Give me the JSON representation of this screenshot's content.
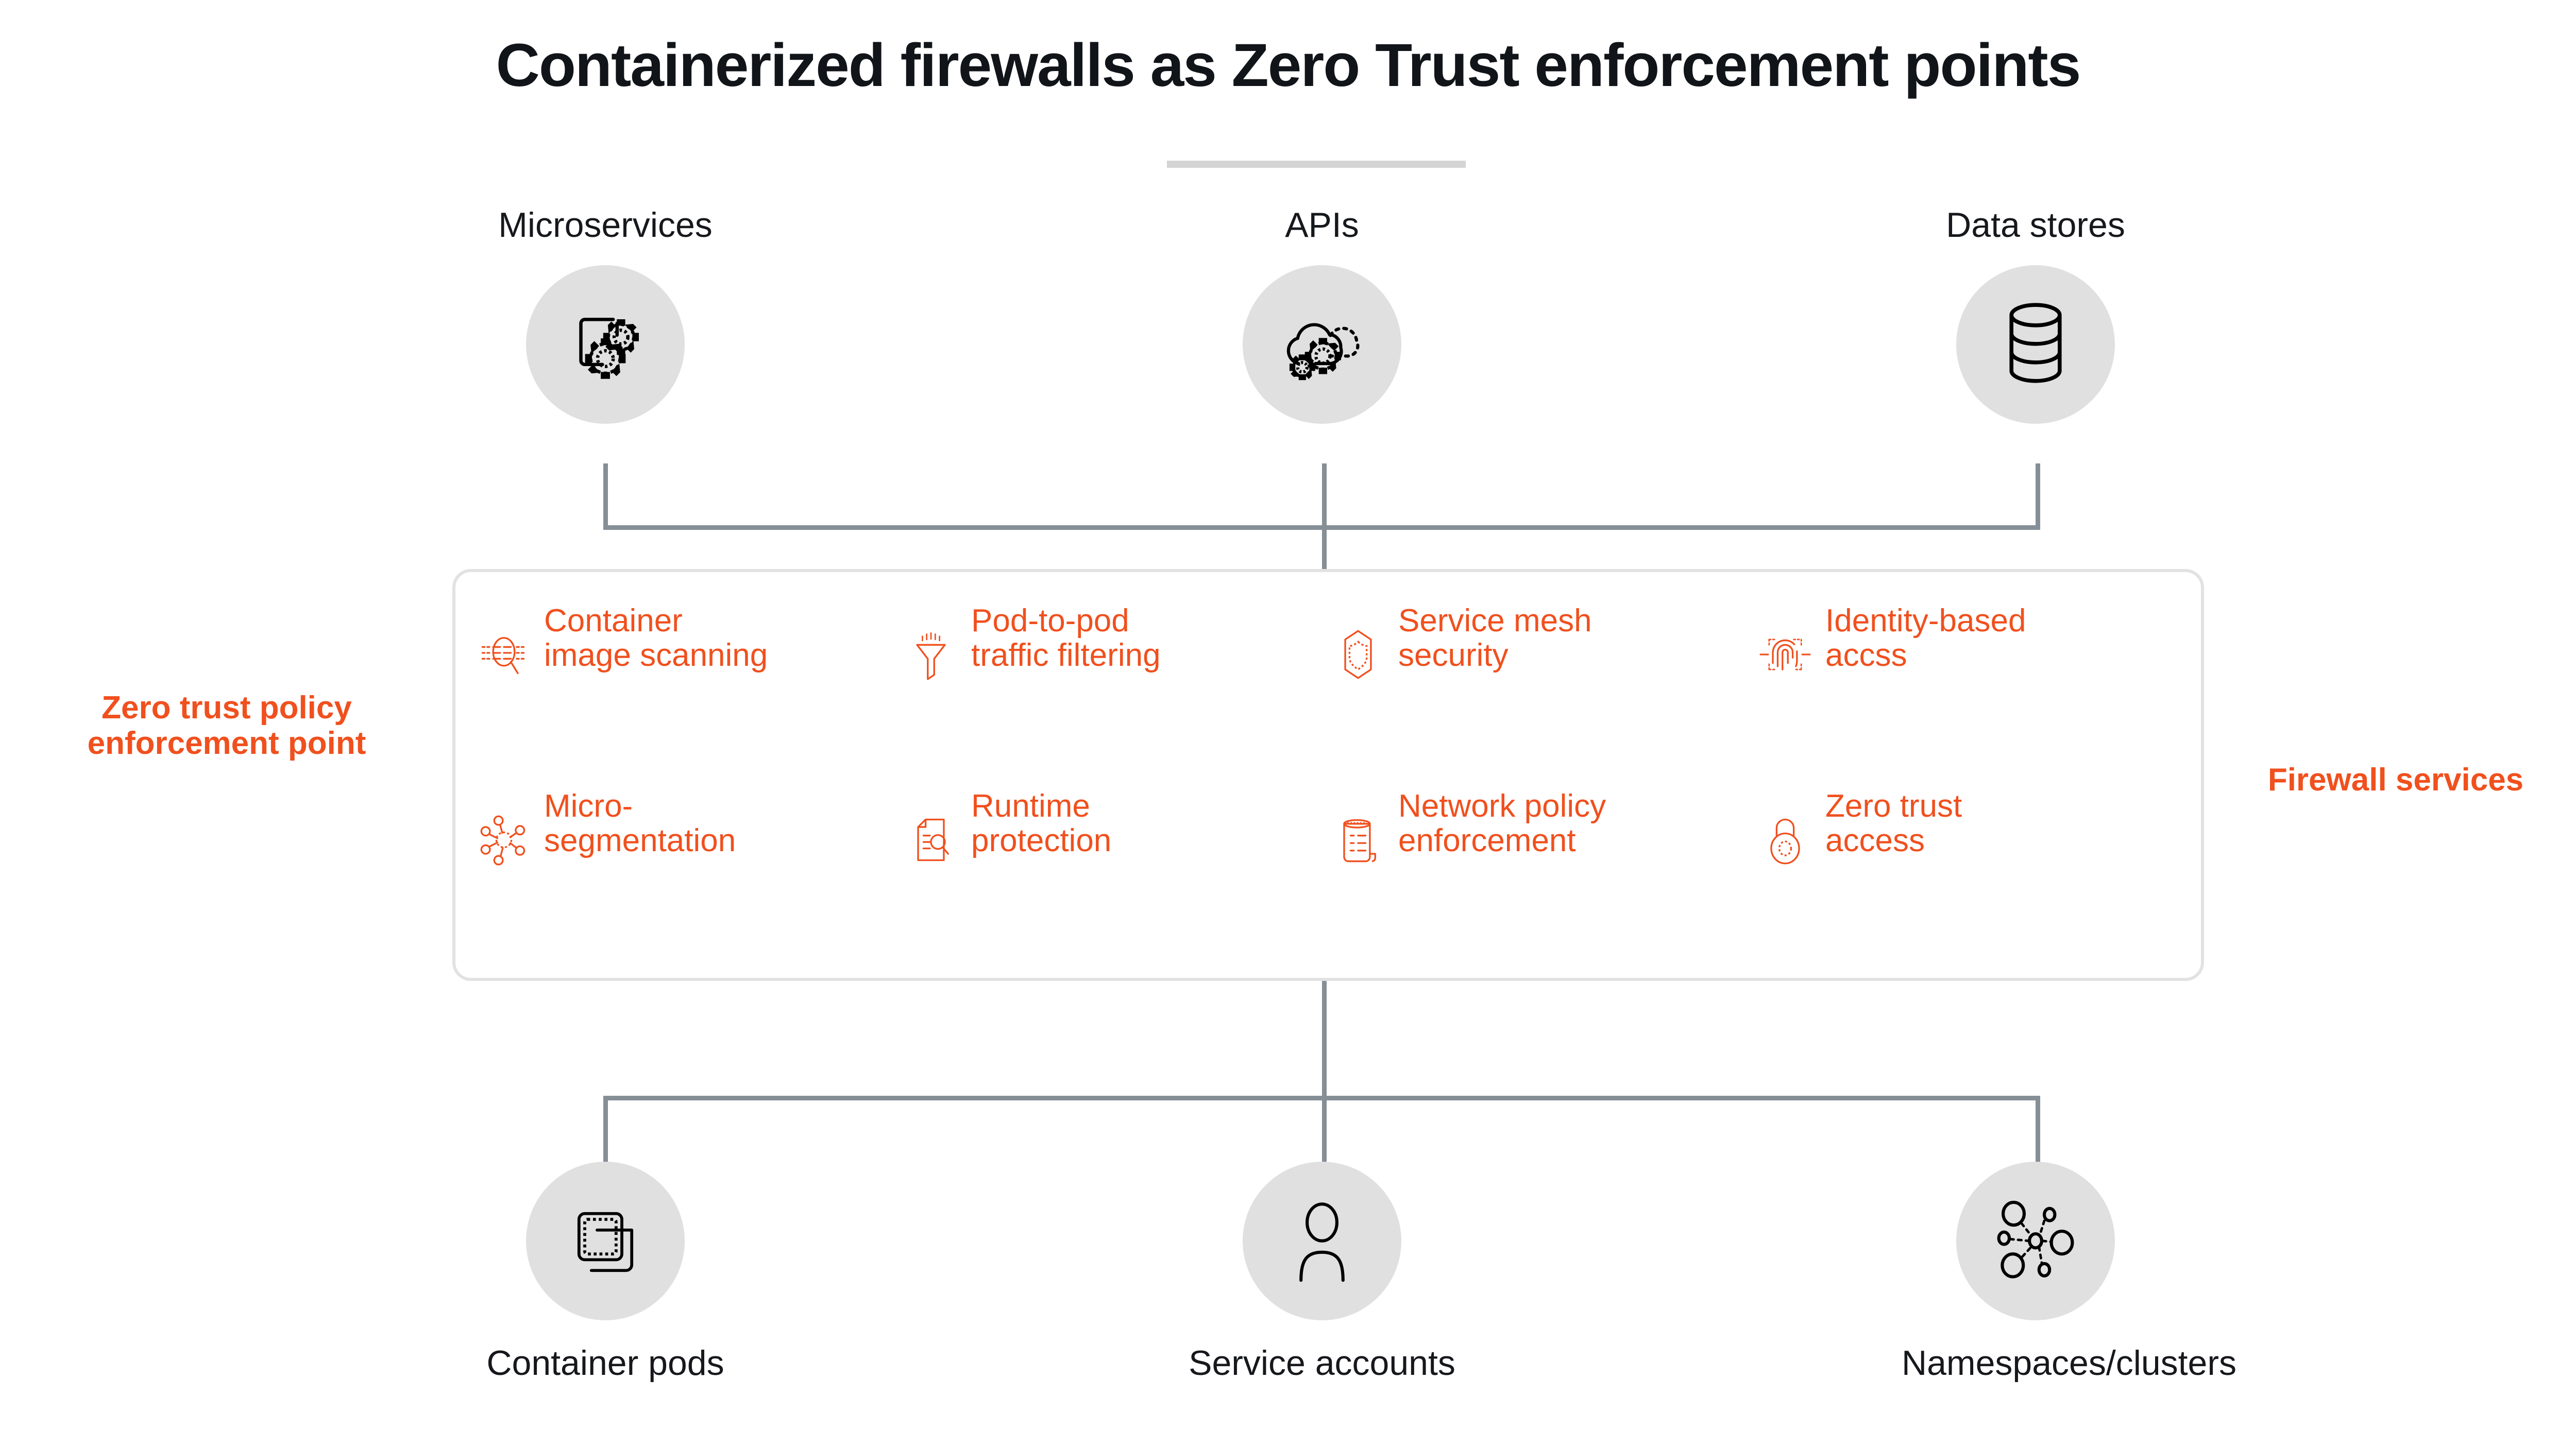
{
  "title": "Containerized firewalls as Zero Trust enforcement points",
  "colors": {
    "accent": "#F0501E",
    "text": "#16181C",
    "circle_fill": "#E0E0E0",
    "connector": "#868E96",
    "panel_border": "#E2E2E2",
    "rule": "#D4D4D4"
  },
  "top_nodes": [
    {
      "label": "Microservices",
      "icon": "container-gears-icon"
    },
    {
      "label": "APIs",
      "icon": "cloud-gears-icon"
    },
    {
      "label": "Data stores",
      "icon": "database-cylinder-icon"
    }
  ],
  "bottom_nodes": [
    {
      "label": "Container pods",
      "icon": "stacked-squares-icon"
    },
    {
      "label": "Service accounts",
      "icon": "person-icon"
    },
    {
      "label": "Namespaces/clusters",
      "icon": "cluster-nodes-icon"
    }
  ],
  "left_label": "Zero trust policy enforcement point",
  "right_label": "Firewall services",
  "services": [
    {
      "label": "Container image scanning",
      "icon": "scan-magnifier-icon"
    },
    {
      "label": "Pod-to-pod traffic filtering",
      "icon": "funnel-icon"
    },
    {
      "label": "Service mesh security",
      "icon": "shield-icon"
    },
    {
      "label": "Identity-based accss",
      "icon": "fingerprint-icon"
    },
    {
      "label": "Micro-segmentation",
      "icon": "network-nodes-icon"
    },
    {
      "label": "Runtime protection",
      "icon": "document-search-icon"
    },
    {
      "label": "Network policy enforcement",
      "icon": "policy-scroll-icon"
    },
    {
      "label": "Zero trust access",
      "icon": "padlock-icon"
    }
  ]
}
